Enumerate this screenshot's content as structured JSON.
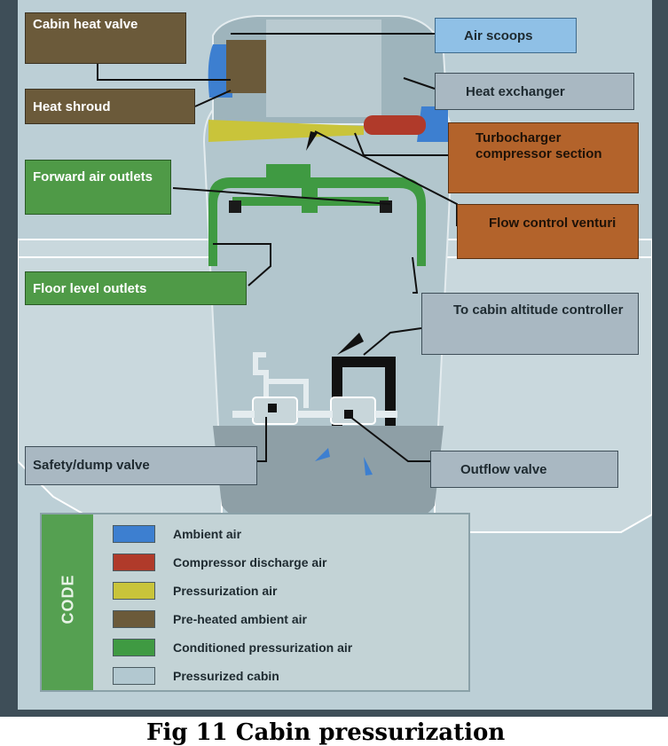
{
  "labels": {
    "cabin_heat_valve": "Cabin heat valve",
    "air_scoops": "Air scoops",
    "heat_exchanger": "Heat exchanger",
    "heat_shroud": "Heat shroud",
    "turbocharger_compressor_section": "Turbocharger compressor section",
    "forward_air_outlets": "Forward air outlets",
    "flow_control_venturi": "Flow control venturi",
    "floor_level_outlets": "Floor level outlets",
    "to_cabin_altitude_controller": "To cabin altitude controller",
    "safety_dump_valve": "Safety/dump valve",
    "outflow_valve": "Outflow valve"
  },
  "legend": {
    "title": "CODE",
    "items": [
      {
        "label": "Ambient air",
        "color": "#3d7fd0"
      },
      {
        "label": "Compressor discharge air",
        "color": "#b03a2a"
      },
      {
        "label": "Pressurization air",
        "color": "#c9c43a"
      },
      {
        "label": "Pre-heated ambient air",
        "color": "#6b5a3a"
      },
      {
        "label": "Conditioned pressurization air",
        "color": "#3f9a42"
      },
      {
        "label": "Pressurized cabin",
        "color": "#b2c8d0"
      }
    ]
  },
  "caption": "Fig 11 Cabin pressurization"
}
